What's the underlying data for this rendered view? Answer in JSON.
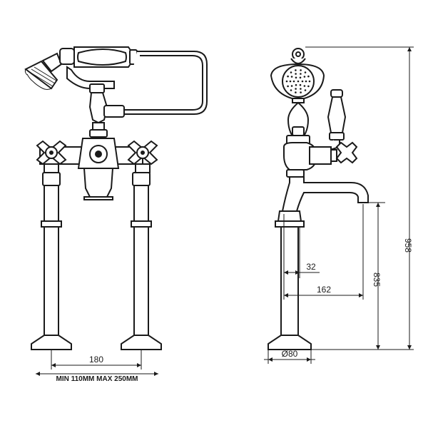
{
  "dimensions": {
    "pillar_spacing": "180",
    "spacing_range": "MIN 110MM  MAX 250MM",
    "total_height": "958",
    "spout_height": "835",
    "spout_reach": "162",
    "spout_offset": "32",
    "base_diameter": "Ø80"
  },
  "colors": {
    "line": "#1a1a1a",
    "background": "#ffffff"
  }
}
